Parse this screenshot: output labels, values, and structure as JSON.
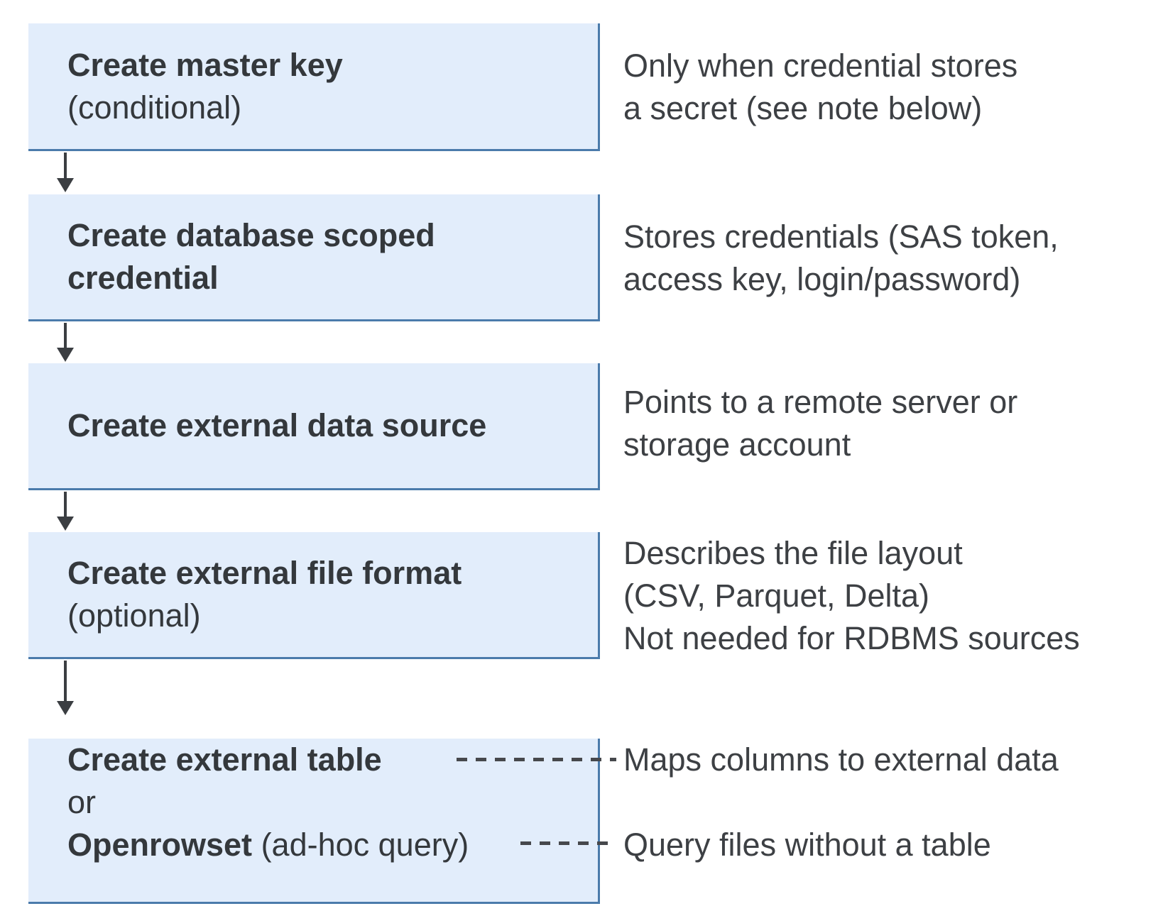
{
  "diagram": {
    "type": "flowchart",
    "colors": {
      "box_fill": "#e2edfb",
      "box_border": "#4b7bab",
      "text": "#34383c",
      "note_text": "#3d4044",
      "arrow": "#3b3e42",
      "dash": "#46484c",
      "background": "#ffffff"
    },
    "steps": [
      {
        "title": "Create master key",
        "qualifier": "(conditional)",
        "note": "Only when credential stores\na secret (see note below)"
      },
      {
        "title": "Create database scoped\ncredential",
        "note": "Stores credentials (SAS token,\naccess key, login/password)"
      },
      {
        "title": "Create external data source",
        "note": "Points to a remote server or\nstorage account"
      },
      {
        "title": "Create external file format",
        "qualifier": "(optional)",
        "note": "Describes the file layout\n(CSV, Parquet, Delta)\nNot needed for RDBMS sources"
      },
      {
        "title": "Create external table",
        "or_label": "or",
        "alt_title": "Openrowset",
        "alt_qualifier": "(ad-hoc query)",
        "note_table": "Maps columns to external data",
        "note_openrowset": "Query files without a table"
      }
    ]
  }
}
